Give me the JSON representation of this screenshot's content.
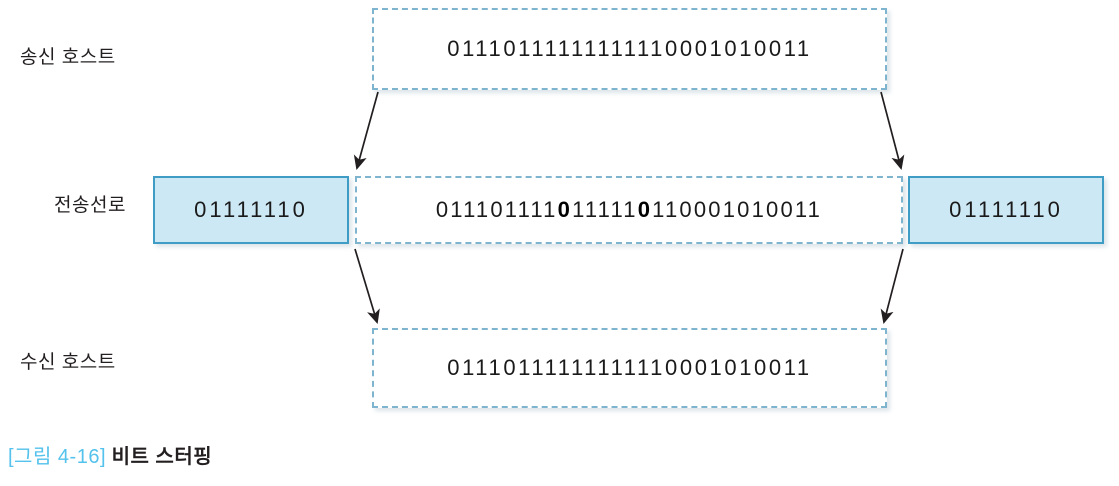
{
  "figure": {
    "caption_number": "[그림 4-16]",
    "caption_title": "비트 스터핑"
  },
  "rows": {
    "sending_host": {
      "label": "송신 호스트",
      "bits": "01110111111111110001010011"
    },
    "transmission_line": {
      "label": "전송선로",
      "flag_left": "01111110",
      "flag_right": "01111110",
      "bits_part1": "011101111",
      "stuffed_bit1": "0",
      "bits_part2": "11111",
      "stuffed_bit2": "0",
      "bits_part3": "110001010011"
    },
    "receiving_host": {
      "label": "수신 호스트",
      "bits": "01110111111111110001010011"
    }
  },
  "colors": {
    "dashed_border": "#7fb4cf",
    "flag_fill": "#cde8f5",
    "flag_border": "#3f9cc4",
    "caption_accent": "#54c2ec",
    "text": "#231f20",
    "arrow": "#231f20"
  },
  "arrows": {
    "stuff_left": "arrow-down-left",
    "stuff_right": "arrow-down-right",
    "unstuff_left": "arrow-down-left",
    "unstuff_right": "arrow-down-right"
  }
}
